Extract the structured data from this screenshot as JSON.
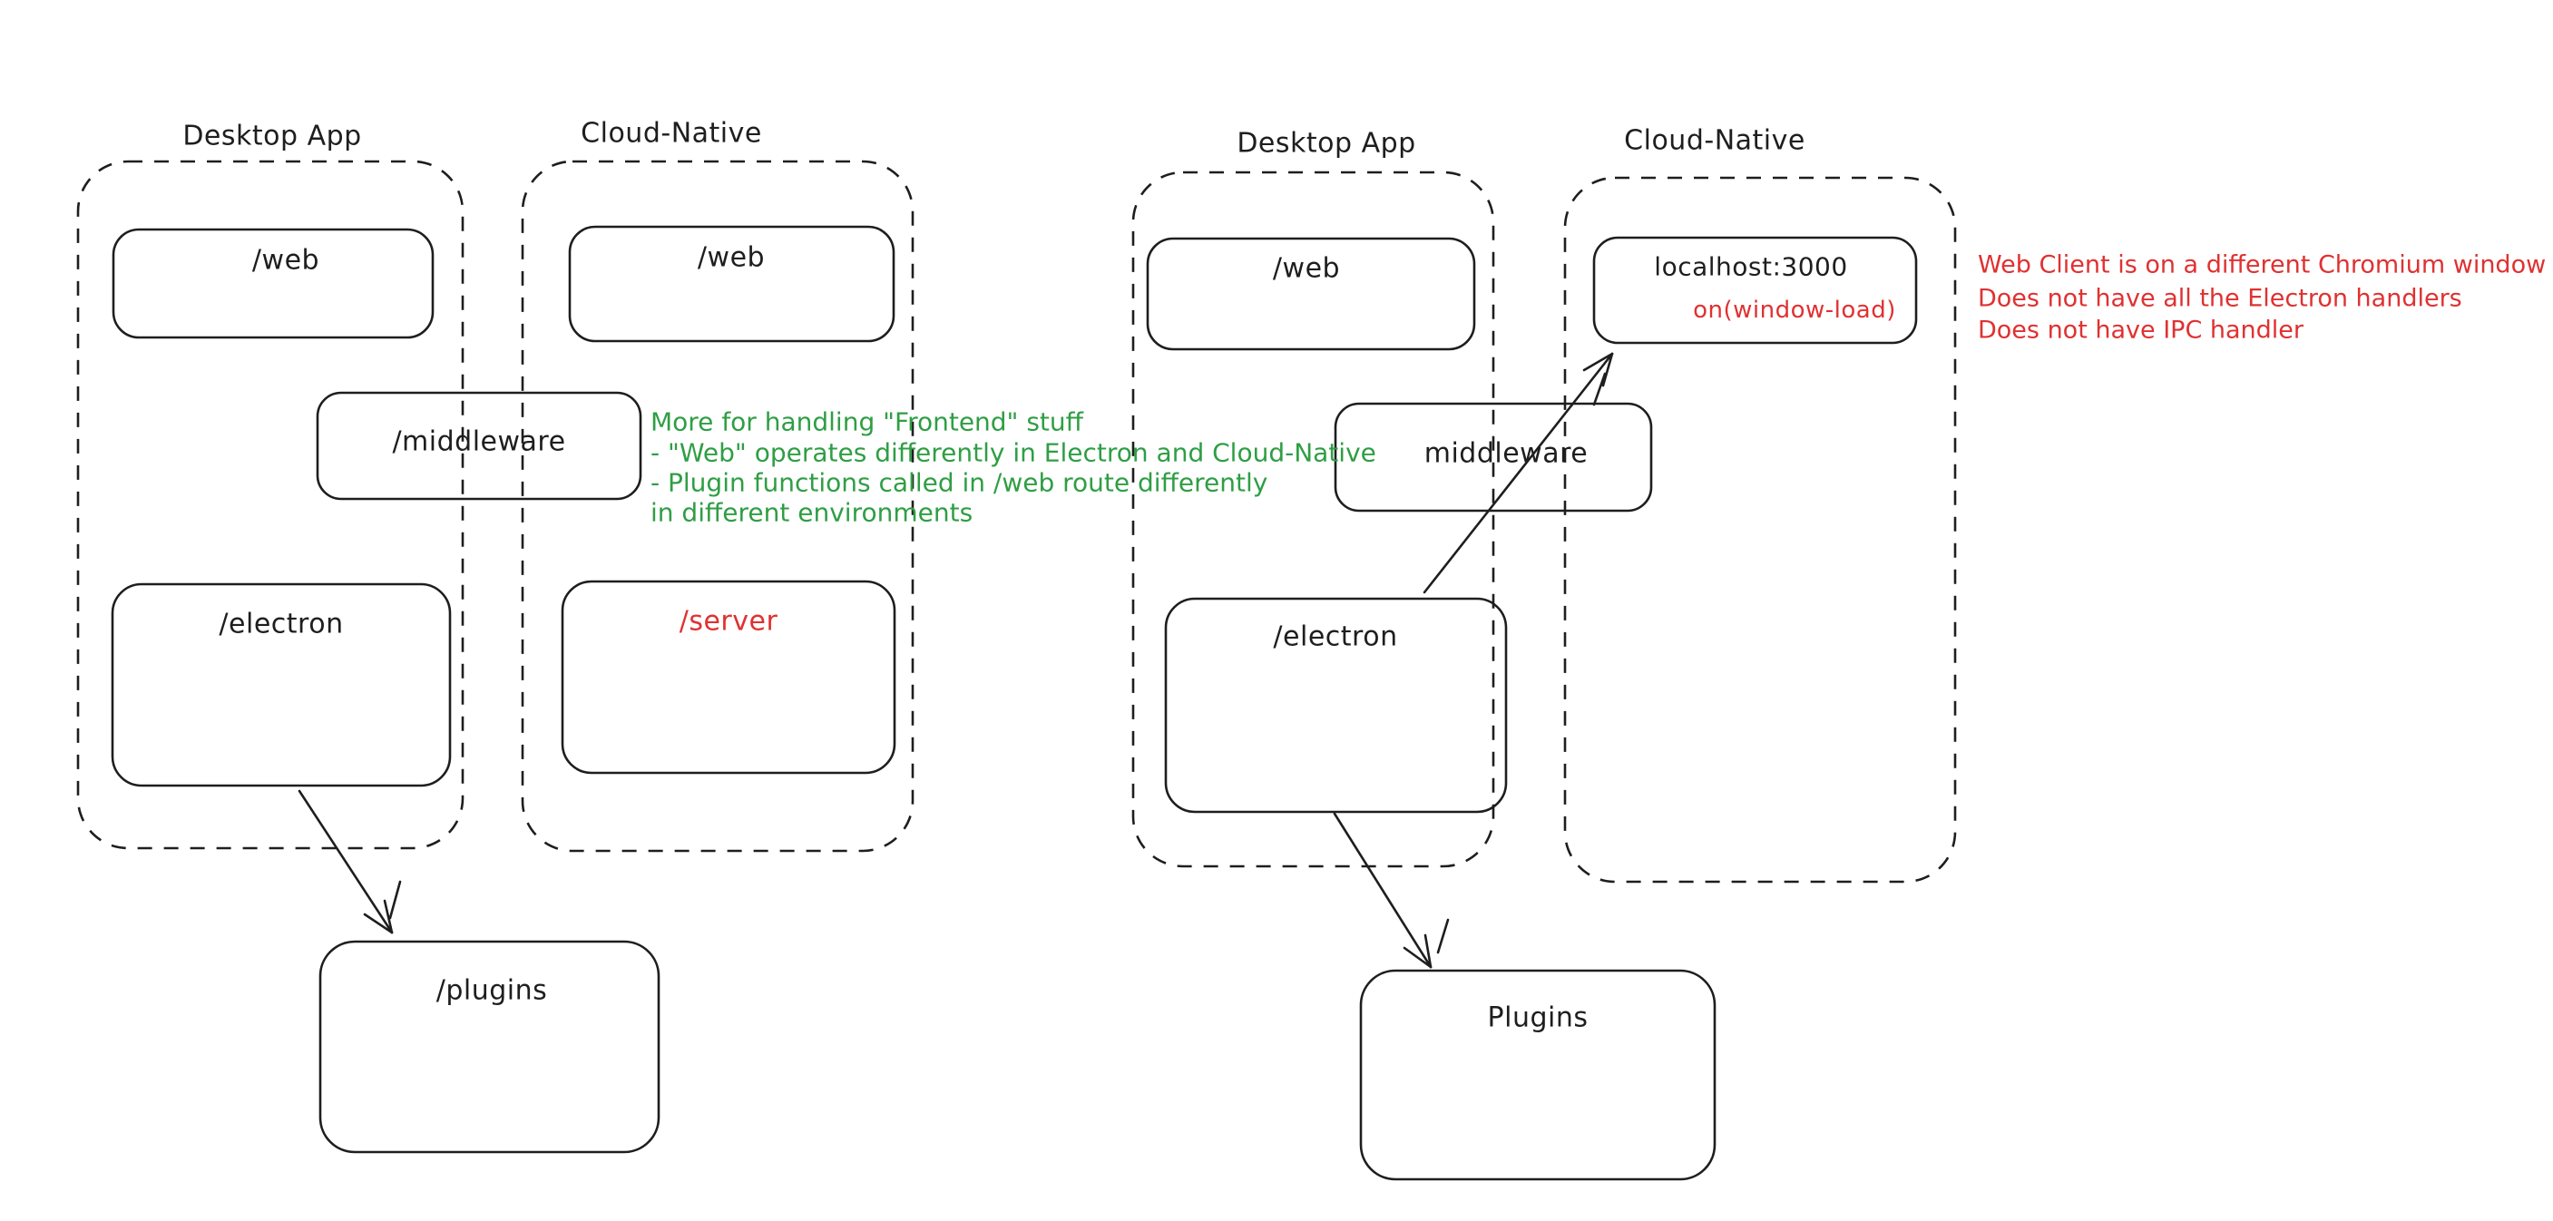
{
  "colors": {
    "stroke": "#1e1e1e",
    "red": "#e03131",
    "green": "#2f9e44",
    "background": "#ffffff"
  },
  "left_diagram": {
    "desktop_container": {
      "title": "Desktop App",
      "web_box_label": "/web",
      "electron_box_label": "/electron"
    },
    "cloud_container": {
      "title": "Cloud-Native",
      "web_box_label": "/web",
      "server_box_label": "/server"
    },
    "middleware_box_label": "/middleware",
    "plugins_box_label": "/plugins",
    "green_note": {
      "line1": "More for handling \"Frontend\" stuff",
      "line2": "- \"Web\" operates differently in Electron and Cloud-Native",
      "line3": "- Plugin functions called in /web route differently",
      "line4": "in different environments"
    }
  },
  "right_diagram": {
    "desktop_container": {
      "title": "Desktop App",
      "web_box_label": "/web",
      "electron_box_label": "/electron"
    },
    "cloud_container": {
      "title": "Cloud-Native",
      "localhost_box_label": "localhost:3000",
      "on_window_load_label": "on(window-load)"
    },
    "middleware_box_label": "middleware",
    "plugins_box_label": "Plugins",
    "red_note": {
      "line1": "Web Client is on a different Chromium window",
      "line2": "Does not have all the Electron handlers",
      "line3": "Does not have IPC handler"
    }
  }
}
